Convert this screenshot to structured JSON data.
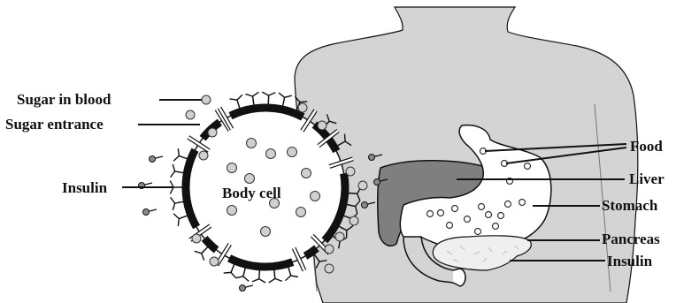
{
  "labels": {
    "sugar_in_blood": "Sugar in blood",
    "sugar_entrance": "Sugar entrance",
    "insulin_left": "Insulin",
    "body_cell": "Body cell",
    "food": "Food",
    "liver": "Liver",
    "stomach": "Stomach",
    "pancreas": "Pancreas",
    "insulin_right": "Insulin"
  },
  "colors": {
    "outline": "#111111",
    "torso_fill": "#d4d4d4",
    "liver_fill": "#7f7f7f",
    "pancreas_fill": "#efefef",
    "stomach_fill": "#ffffff",
    "sugar_fill": "#d0d0d0",
    "receptor_fill": "#8a8a8a"
  }
}
